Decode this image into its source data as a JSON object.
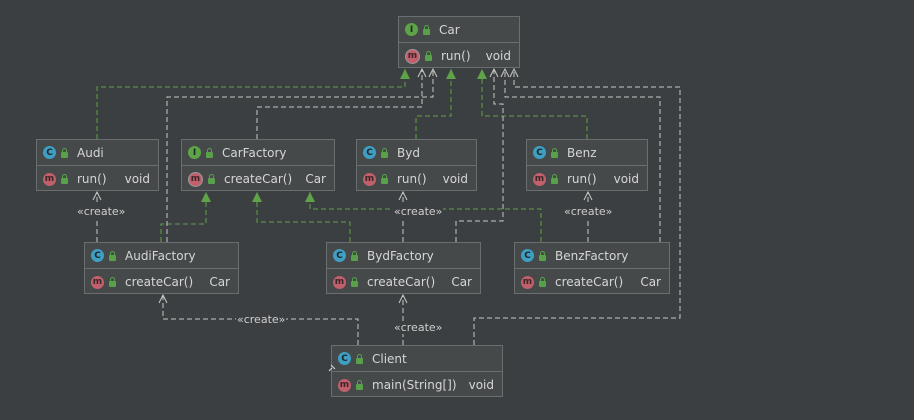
{
  "nodes": [
    {
      "id": "car",
      "kind": "interface",
      "badge": "I",
      "name": "Car",
      "members": [
        {
          "badge": "m",
          "abstract": true,
          "name": "run()",
          "type": "void"
        }
      ]
    },
    {
      "id": "audi",
      "kind": "class",
      "badge": "C",
      "name": "Audi",
      "members": [
        {
          "badge": "m",
          "abstract": false,
          "name": "run()",
          "type": "void"
        }
      ]
    },
    {
      "id": "carfactory",
      "kind": "interface",
      "badge": "I",
      "name": "CarFactory",
      "members": [
        {
          "badge": "m",
          "abstract": true,
          "name": "createCar()",
          "type": "Car"
        }
      ]
    },
    {
      "id": "byd",
      "kind": "class",
      "badge": "C",
      "name": "Byd",
      "members": [
        {
          "badge": "m",
          "abstract": false,
          "name": "run()",
          "type": "void"
        }
      ]
    },
    {
      "id": "benz",
      "kind": "class",
      "badge": "C",
      "name": "Benz",
      "members": [
        {
          "badge": "m",
          "abstract": false,
          "name": "run()",
          "type": "void"
        }
      ]
    },
    {
      "id": "audifactory",
      "kind": "class",
      "badge": "C",
      "name": "AudiFactory",
      "members": [
        {
          "badge": "m",
          "abstract": false,
          "name": "createCar()",
          "type": "Car"
        }
      ]
    },
    {
      "id": "bydfactory",
      "kind": "class",
      "badge": "C",
      "name": "BydFactory",
      "members": [
        {
          "badge": "m",
          "abstract": false,
          "name": "createCar()",
          "type": "Car"
        }
      ]
    },
    {
      "id": "benzfactory",
      "kind": "class",
      "badge": "C",
      "name": "BenzFactory",
      "members": [
        {
          "badge": "m",
          "abstract": false,
          "name": "createCar()",
          "type": "Car"
        }
      ]
    },
    {
      "id": "client",
      "kind": "class",
      "badge": "C",
      "name": "Client",
      "members": [
        {
          "badge": "m",
          "abstract": false,
          "name": "main(String[])",
          "type": "void"
        }
      ]
    }
  ],
  "edges": [
    {
      "from": "audi",
      "to": "car",
      "type": "realization"
    },
    {
      "from": "byd",
      "to": "car",
      "type": "realization"
    },
    {
      "from": "benz",
      "to": "car",
      "type": "realization"
    },
    {
      "from": "audifactory",
      "to": "carfactory",
      "type": "realization"
    },
    {
      "from": "bydfactory",
      "to": "carfactory",
      "type": "realization"
    },
    {
      "from": "benzfactory",
      "to": "carfactory",
      "type": "realization"
    },
    {
      "from": "audifactory",
      "to": "audi",
      "type": "dependency",
      "label": "«create»"
    },
    {
      "from": "bydfactory",
      "to": "byd",
      "type": "dependency",
      "label": "«create»"
    },
    {
      "from": "benzfactory",
      "to": "benz",
      "type": "dependency",
      "label": "«create»"
    },
    {
      "from": "client",
      "to": "audifactory",
      "type": "dependency",
      "label": "«create»"
    },
    {
      "from": "client",
      "to": "bydfactory",
      "type": "dependency",
      "label": "«create»"
    },
    {
      "from": "carfactory",
      "to": "car",
      "type": "dependency"
    },
    {
      "from": "audifactory",
      "to": "car",
      "type": "dependency"
    },
    {
      "from": "bydfactory",
      "to": "car",
      "type": "dependency"
    },
    {
      "from": "benzfactory",
      "to": "car",
      "type": "dependency"
    },
    {
      "from": "client",
      "to": "car",
      "type": "dependency"
    }
  ],
  "colors": {
    "background": "#3c3f41",
    "realization": "#5fa348",
    "dependency": "#c8c8c8"
  }
}
